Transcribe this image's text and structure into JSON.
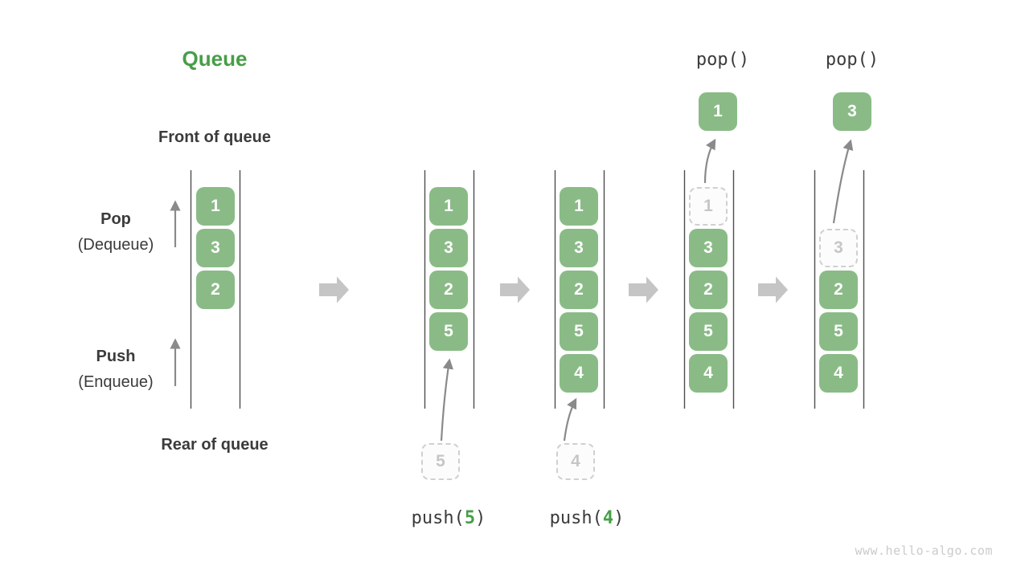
{
  "title": "Queue",
  "side_labels": {
    "front": "Front of queue",
    "rear": "Rear of queue",
    "pop_title": "Pop",
    "pop_sub": "(Dequeue)",
    "push_title": "Push",
    "push_sub": "(Enqueue)"
  },
  "columns": [
    {
      "items": [
        "1",
        "3",
        "2"
      ]
    },
    {
      "items": [
        "1",
        "3",
        "2",
        "5"
      ],
      "pending": "5"
    },
    {
      "items": [
        "1",
        "3",
        "2",
        "5",
        "4"
      ],
      "pending": "4"
    },
    {
      "ghost": "1",
      "items": [
        "3",
        "2",
        "5",
        "4"
      ],
      "popped": "1"
    },
    {
      "ghost": "3",
      "items": [
        "2",
        "5",
        "4"
      ],
      "popped": "3"
    }
  ],
  "operations": {
    "pop1_label": "pop()",
    "pop2_label": "pop()",
    "push1_fn": "push(",
    "push1_arg": "5",
    "push1_close": ")",
    "push2_fn": "push(",
    "push2_arg": "4",
    "push2_close": ")"
  },
  "colors": {
    "box_green": "#8ABB87",
    "accent_green": "#479E47",
    "text_dark": "#3B3B3B",
    "thin_arrow_gray": "#8A8A8A",
    "block_arrow_gray": "#C5C5C5",
    "ghost_border_gray": "#D0D0D0",
    "channel_line_gray": "#4E4E4E"
  },
  "watermark": "www.hello-algo.com"
}
